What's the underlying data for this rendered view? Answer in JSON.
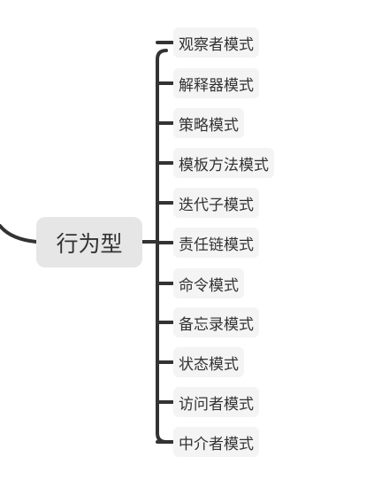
{
  "diagram": {
    "root": {
      "label": "行为型"
    },
    "children": [
      {
        "label": "观察者模式"
      },
      {
        "label": "解释器模式"
      },
      {
        "label": "策略模式"
      },
      {
        "label": "模板方法模式"
      },
      {
        "label": "迭代子模式"
      },
      {
        "label": "责任链模式"
      },
      {
        "label": "命令模式"
      },
      {
        "label": "备忘录模式"
      },
      {
        "label": "状态模式"
      },
      {
        "label": "访问者模式"
      },
      {
        "label": "中介者模式"
      }
    ],
    "colors": {
      "connector": "#333333",
      "root_fill": "#e6e6e6",
      "child_fill": "#f4f4f4",
      "text": "#333333"
    }
  }
}
